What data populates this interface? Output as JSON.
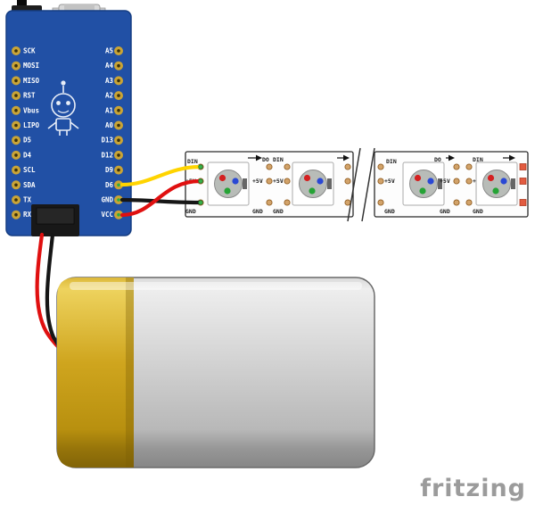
{
  "board": {
    "left_pins": [
      "SCK",
      "MOSI",
      "MISO",
      "RST",
      "Vbus",
      "LIPO",
      "D5",
      "D4",
      "SCL",
      "SDA",
      "TX",
      "RX"
    ],
    "right_pins": [
      "A5",
      "A4",
      "A3",
      "A2",
      "A1",
      "A0",
      "D13",
      "D12",
      "D9",
      "D6",
      "GND",
      "VCC"
    ]
  },
  "led_strip": {
    "din": "DIN",
    "power": "+5V",
    "ground": "GND",
    "dout": "DO"
  },
  "watermark": "fritzing",
  "colors": {
    "board_blue": "#2150a5",
    "wire_yellow": "#ffd400",
    "wire_red": "#e01010",
    "wire_black": "#161616",
    "battery_gold": "#cfa51e",
    "battery_gray": "#c6c6c6",
    "led_red": "#d42020",
    "led_green": "#25a335",
    "led_blue": "#2a48d4",
    "pad_copper": "#d2a36a"
  }
}
